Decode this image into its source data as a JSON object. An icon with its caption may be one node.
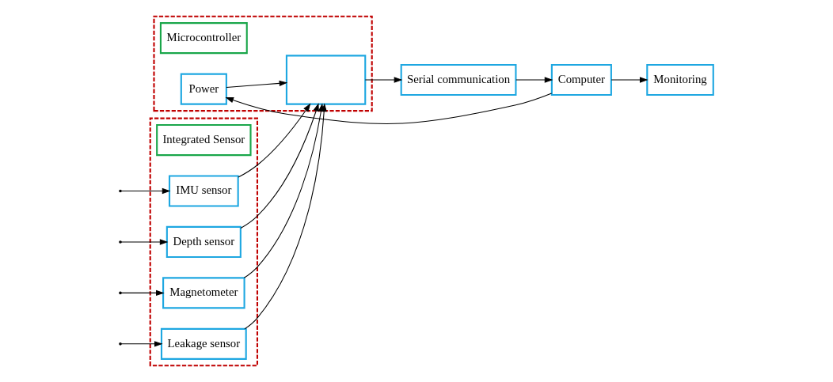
{
  "diagram": {
    "nodes": [
      {
        "text": [],
        "shape": "box"
      },
      {
        "text": [
          "Integrated Sensor"
        ],
        "in": 0
      },
      {
        "text": [
          "IMU sensor"
        ],
        "in": 0
      },
      {
        "text": [
          "Depth sensor"
        ],
        "in": 0
      },
      {
        "text": [
          "Magnetometer"
        ],
        "in": 0
      },
      {
        "text": [
          "Leakage sensor"
        ],
        "in": 0
      },
      {
        "text": [],
        "shape": "box"
      },
      {
        "text": [
          "Microcontroller"
        ],
        "in": 6
      },
      {
        "text": [
          "Power"
        ],
        "in": 6
      },
      {
        "text": [],
        "shape": "box",
        "in": 6
      },
      {
        "text": [
          "Serial communication"
        ]
      },
      {
        "text": [
          "Computer"
        ]
      },
      {
        "text": [
          "Monitoring"
        ]
      }
    ],
    "edges": [
      {
        "from": null,
        "to": 2,
        "arrow": "to"
      },
      {
        "from": null,
        "to": 3,
        "arrow": "to"
      },
      {
        "from": null,
        "to": 4,
        "arrow": "to"
      },
      {
        "from": null,
        "to": 5,
        "arrow": "to"
      },
      {
        "from": 2,
        "to": 9,
        "arrow": "to"
      },
      {
        "from": 3,
        "to": 9,
        "arrow": "to"
      },
      {
        "from": 4,
        "to": 9,
        "arrow": "to"
      },
      {
        "from": 5,
        "to": 9,
        "arrow": "to"
      },
      {
        "from": 8,
        "to": 9,
        "arrow": "to"
      },
      {
        "from": 9,
        "to": 10,
        "arrow": "to"
      },
      {
        "from": 10,
        "to": 11,
        "arrow": "to"
      },
      {
        "from": 11,
        "to": 8,
        "arrow": "to"
      },
      {
        "from": 11,
        "to": 12,
        "arrow": "to"
      }
    ]
  }
}
